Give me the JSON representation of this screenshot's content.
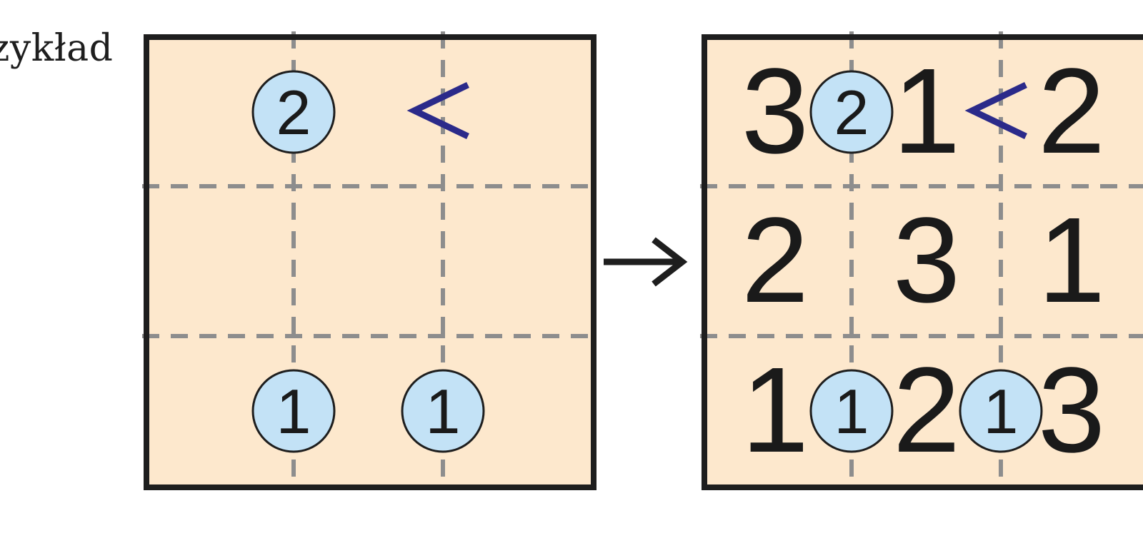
{
  "caption": "zykład",
  "colors": {
    "cell_fill": "#fde8cd",
    "border": "#1e1e1e",
    "grid_dash": "#8d8d8d",
    "circle_fill": "#c3e2f6",
    "inequality": "#2b2a8a",
    "arrow": "#1e1e1e"
  },
  "icons": {
    "arrow": "right-arrow-icon"
  },
  "puzzle": {
    "size": 3,
    "circles": [
      {
        "line": 0,
        "row": 0,
        "value": "2"
      },
      {
        "line": 0,
        "row": 2,
        "value": "1"
      },
      {
        "line": 1,
        "row": 2,
        "value": "1"
      }
    ],
    "inequalities": [
      {
        "line": 1,
        "row": 0,
        "symbol": "<"
      }
    ]
  },
  "solution": {
    "cells": [
      [
        "3",
        "1",
        "2"
      ],
      [
        "2",
        "3",
        "1"
      ],
      [
        "1",
        "2",
        "3"
      ]
    ]
  }
}
